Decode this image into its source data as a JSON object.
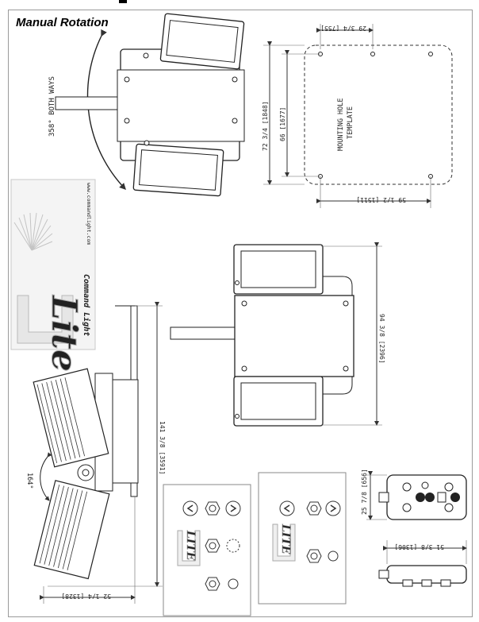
{
  "title": "Manual Rotation",
  "rotation_label": "358° BOTH WAYS",
  "tilt_label": "164°",
  "mount_template": {
    "label_line1": "MOUNTING HOLE",
    "label_line2": "TEMPLATE",
    "dim_top": "29 3/4 [755]",
    "dim_height_outer": "72 3/4 [1848]",
    "dim_height_inner": "66 [1677]",
    "dim_width": "59 1/2 [1511]"
  },
  "dimensions": {
    "overall_depth": "94 3/8 [2396]",
    "arm_height": "141 3/8 [3591]",
    "base_width": "52 1/4 [1328]",
    "remote_depth": "25 7/8 [656]",
    "remote_length": "51 3/8 [1306]"
  },
  "logo": {
    "brand": "Lite",
    "company": "Command Light",
    "url": "www.commandlight.com"
  },
  "colors": {
    "line": "#222222",
    "dim_line": "#555555",
    "logo_gray": "#b9b9b9",
    "panel_border": "#8a8a8a"
  }
}
